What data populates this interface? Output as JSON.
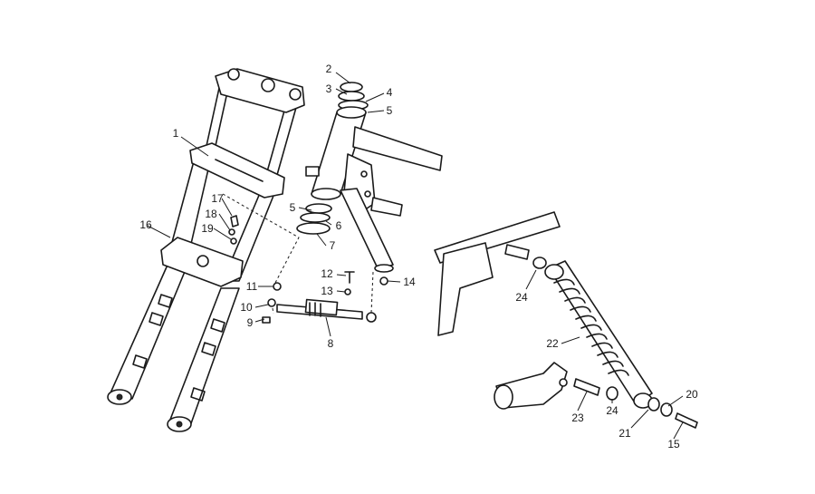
{
  "callouts": [
    {
      "id": "c1",
      "text": "1"
    },
    {
      "id": "c2",
      "text": "2"
    },
    {
      "id": "c3",
      "text": "3"
    },
    {
      "id": "c4",
      "text": "4"
    },
    {
      "id": "c5a",
      "text": "5"
    },
    {
      "id": "c5b",
      "text": "5"
    },
    {
      "id": "c6",
      "text": "6"
    },
    {
      "id": "c7",
      "text": "7"
    },
    {
      "id": "c8",
      "text": "8"
    },
    {
      "id": "c9",
      "text": "9"
    },
    {
      "id": "c10",
      "text": "10"
    },
    {
      "id": "c11",
      "text": "11"
    },
    {
      "id": "c12",
      "text": "12"
    },
    {
      "id": "c13",
      "text": "13"
    },
    {
      "id": "c14",
      "text": "14"
    },
    {
      "id": "c15",
      "text": "15"
    },
    {
      "id": "c16",
      "text": "16"
    },
    {
      "id": "c17",
      "text": "17"
    },
    {
      "id": "c18",
      "text": "18"
    },
    {
      "id": "c19",
      "text": "19"
    },
    {
      "id": "c20",
      "text": "20"
    },
    {
      "id": "c21",
      "text": "21"
    },
    {
      "id": "c22",
      "text": "22"
    },
    {
      "id": "c23",
      "text": "23"
    },
    {
      "id": "c24a",
      "text": "24"
    },
    {
      "id": "c24b",
      "text": "24"
    }
  ]
}
